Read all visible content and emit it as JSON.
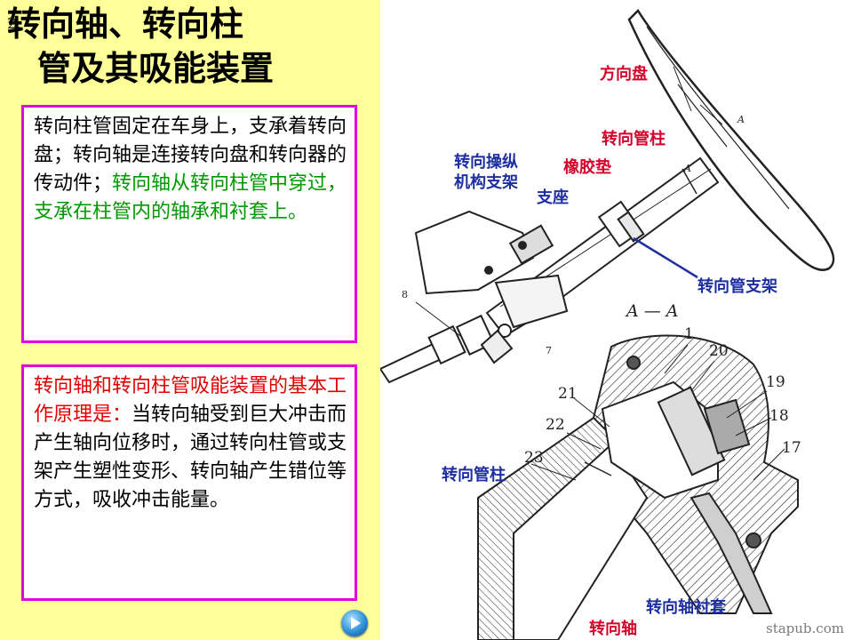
{
  "title": {
    "number": "2.",
    "line1": "转向轴、转向柱",
    "line2": "管及其吸能装置"
  },
  "box1": {
    "text_black": "转向柱管固定在车身上，支承着转向盘；转向轴是连接转向盘和转向器的传动件；",
    "text_green": "转向轴从转向柱管中穿过，支承在柱管内的轴承和衬套上。"
  },
  "box2": {
    "text_red": "转向轴和转向柱管吸能装置的基本工作原理是：",
    "text_black": "当转向轴受到巨大冲击而产生轴向位移时，通过转向柱管或支架产生塑性变形、转向轴产生错位等方式，吸收冲击能量。"
  },
  "labels": {
    "steering_wheel": "方向盘",
    "steering_column": "转向管柱",
    "rubber_pad": "橡胶垫",
    "mechanism_bracket_l1": "转向操纵",
    "mechanism_bracket_l2": "机构支架",
    "support_seat": "支座",
    "column_bracket": "转向管支架",
    "column_lower": "转向管柱",
    "shaft_bushing": "转向轴衬套",
    "shaft": "转向轴",
    "section": "A — A",
    "mark_a1": "A",
    "mark_a2": "A"
  },
  "part_numbers": [
    "1",
    "20",
    "19",
    "18",
    "17",
    "21",
    "22",
    "23",
    "8",
    "7"
  ],
  "watermark": "stapub.com",
  "colors": {
    "panel_bg": "#ffff99",
    "box_border": "#e100e1",
    "green_text": "#009900",
    "red_text": "#e00000",
    "label_red": "#d4002a",
    "label_blue": "#1d2fa0"
  },
  "icons": {
    "play_button": "play-icon"
  }
}
